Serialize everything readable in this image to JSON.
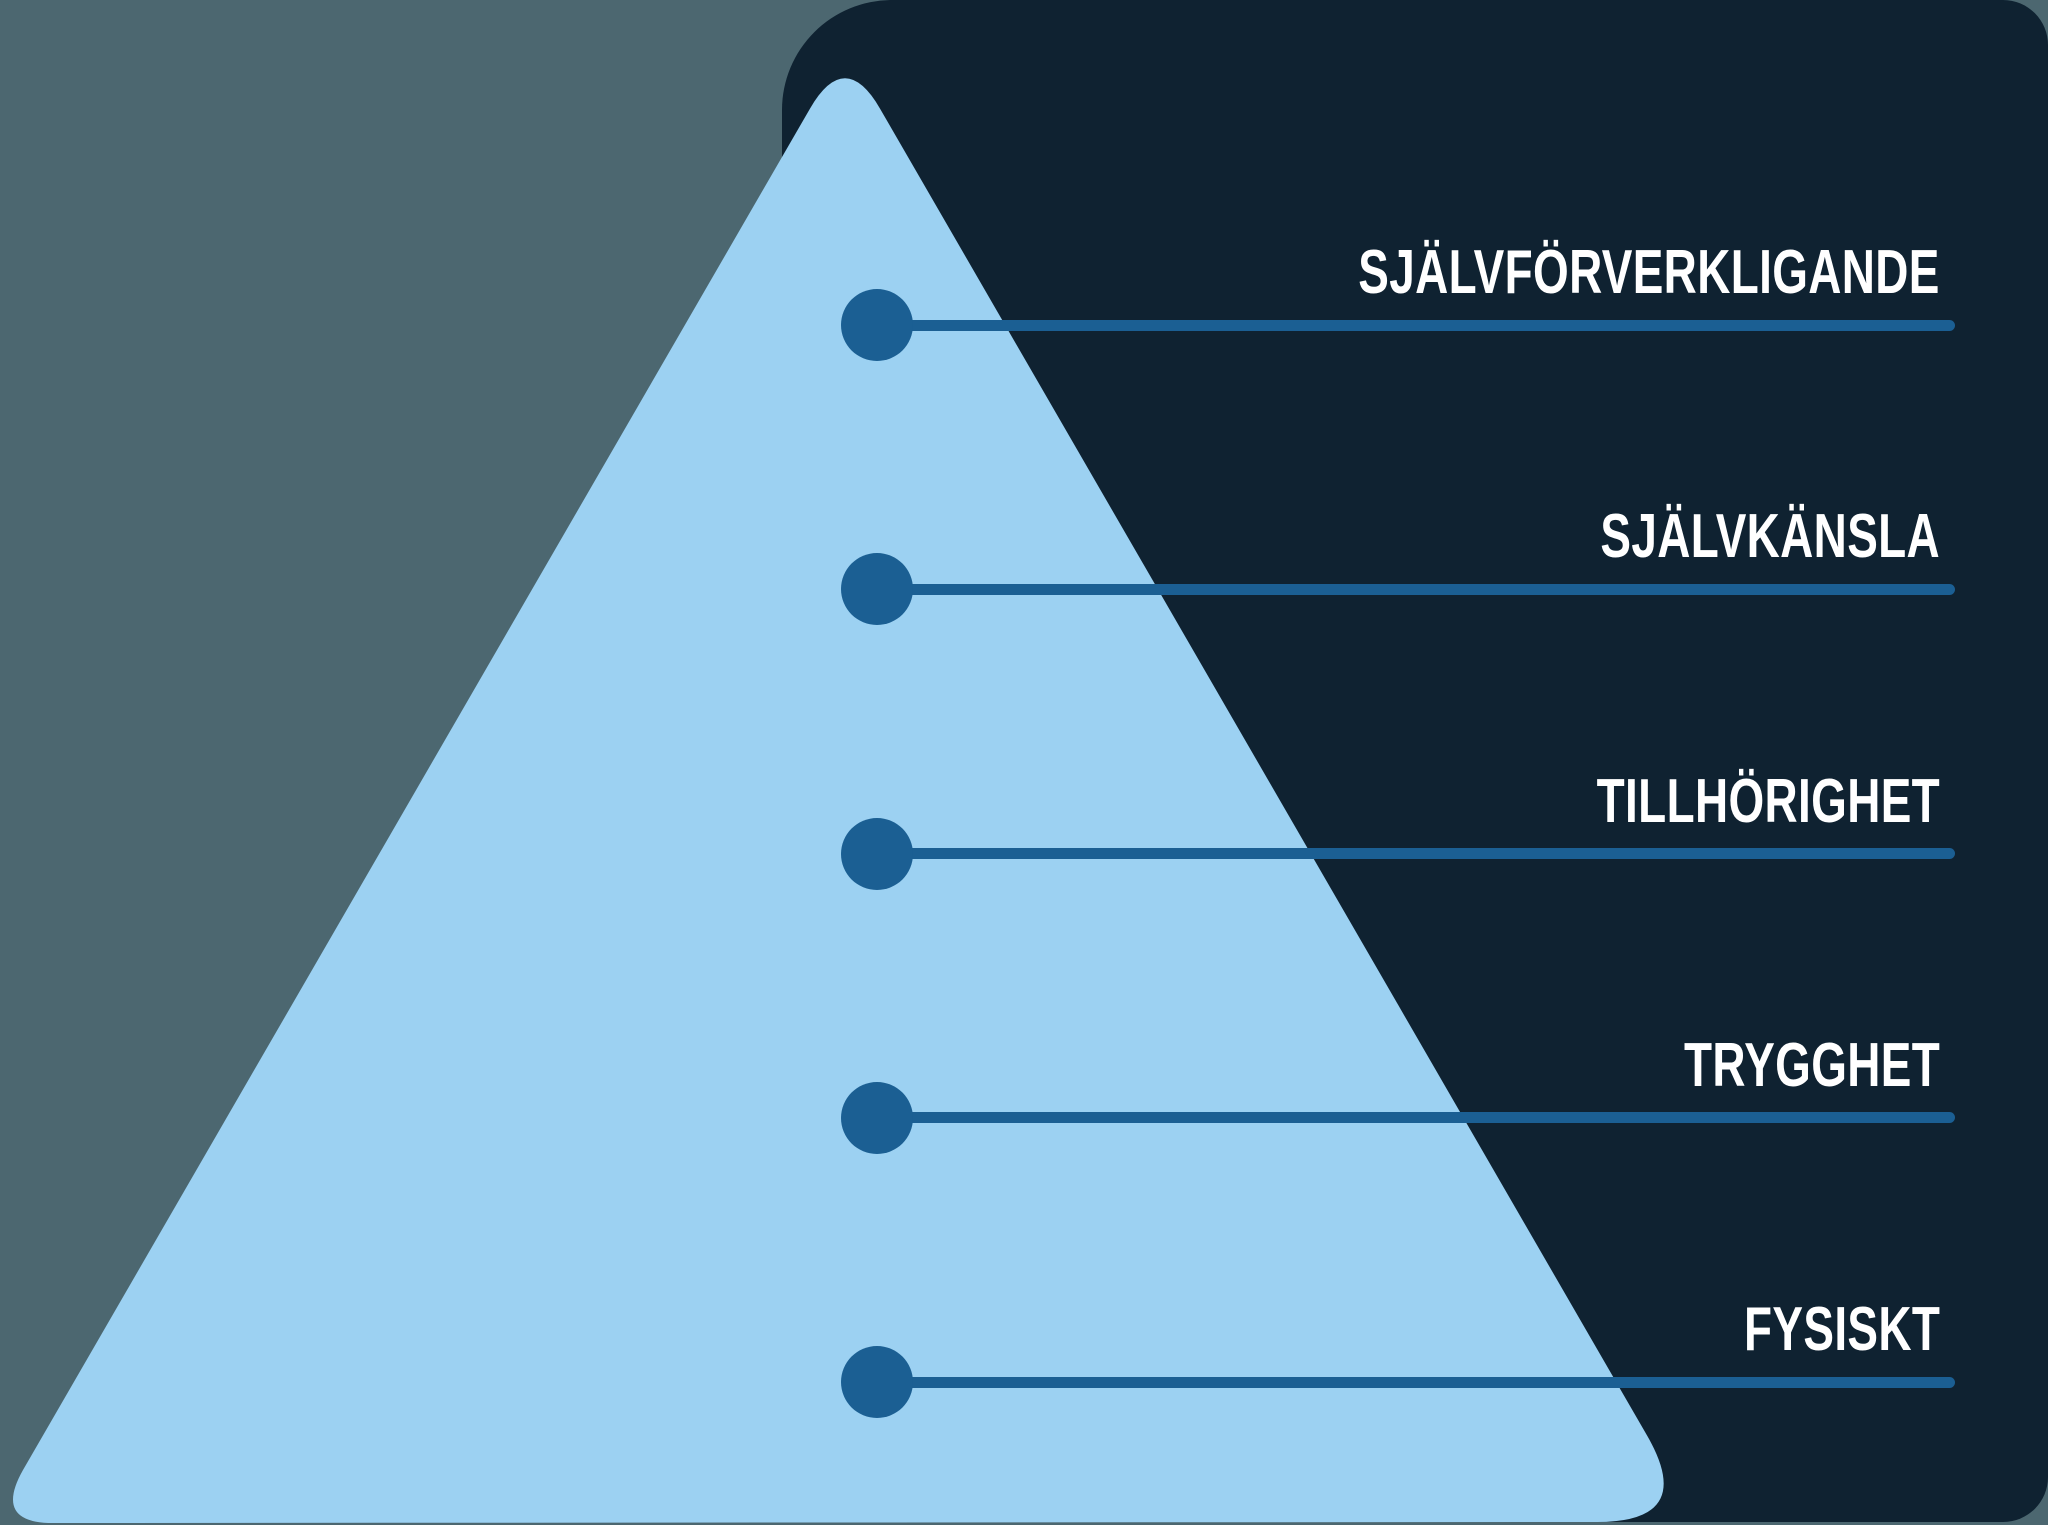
{
  "diagram": {
    "type": "pyramid-hierarchy",
    "levels": [
      {
        "label": "SJÄLVFÖRVERKLIGANDE"
      },
      {
        "label": "SJÄLVKÄNSLA"
      },
      {
        "label": "TILLHÖRIGHET"
      },
      {
        "label": "TRYGGHET"
      },
      {
        "label": "FYSISKT"
      }
    ]
  },
  "colors": {
    "background": "#4C6770",
    "panel": "#0F2231",
    "pyramid": "#9CD1F2",
    "accent": "#1B5F93",
    "label": "#FFFFFF"
  }
}
